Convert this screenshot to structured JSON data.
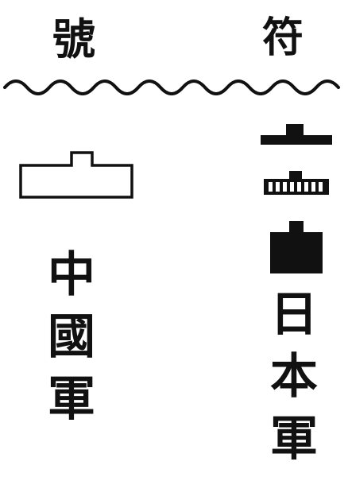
{
  "header": {
    "left_char": "號",
    "right_char": "符"
  },
  "legend": {
    "china": {
      "chars": [
        "中",
        "國",
        "軍"
      ]
    },
    "japan": {
      "chars": [
        "日",
        "本",
        "軍"
      ]
    }
  },
  "colors": {
    "ink": "#111111",
    "paper": "#ffffff"
  }
}
